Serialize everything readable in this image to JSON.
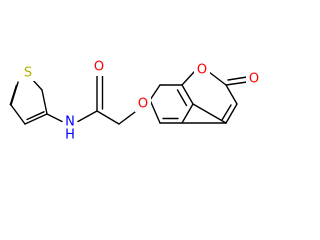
{
  "molecule": {
    "atoms": {
      "S": {
        "label": "S",
        "color": "#b2b200"
      },
      "N": {
        "label": "N",
        "color": "#0000ff"
      },
      "H": {
        "label": "H",
        "color": "#0000ff"
      },
      "O_amide": {
        "label": "O",
        "color": "#ff0000"
      },
      "O_ether": {
        "label": "O",
        "color": "#ff0000"
      },
      "O_ring": {
        "label": "O",
        "color": "#ff0000"
      },
      "O_carbonyl": {
        "label": "O",
        "color": "#ff0000"
      }
    }
  }
}
